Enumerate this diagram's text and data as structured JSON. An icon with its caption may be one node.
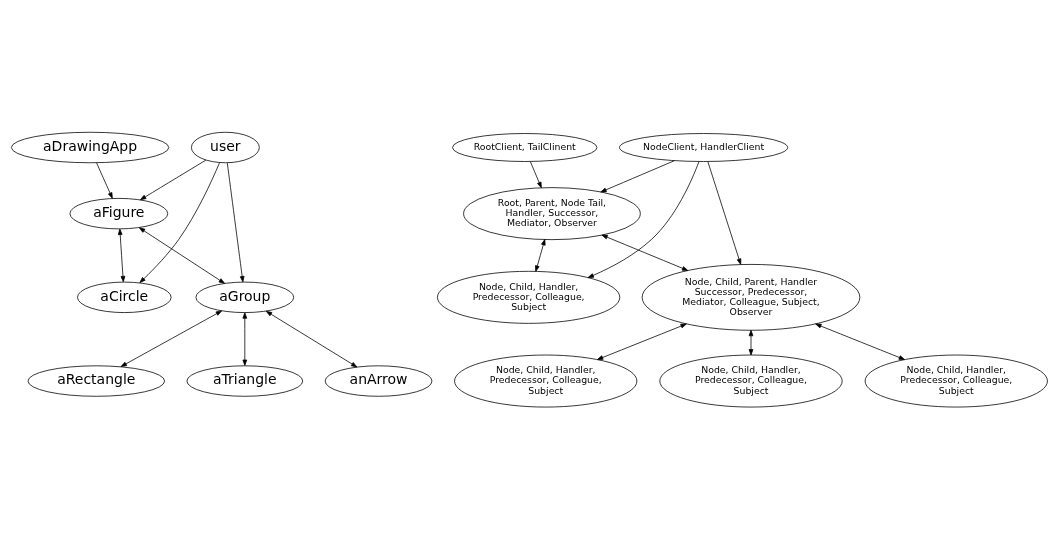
{
  "diagram": {
    "nodes": [
      {
        "text": [
          "aDrawingApp"
        ]
      },
      {
        "text": [
          "user"
        ]
      },
      {
        "text": [
          "aFigure"
        ]
      },
      {
        "text": [
          "aCircle"
        ]
      },
      {
        "text": [
          "aGroup"
        ]
      },
      {
        "text": [
          "aRectangle"
        ]
      },
      {
        "text": [
          "aTriangle"
        ]
      },
      {
        "text": [
          "anArrow"
        ]
      },
      {
        "text": [
          "RootClient, TailClinent"
        ]
      },
      {
        "text": [
          "NodeClient, HandlerClient"
        ]
      },
      {
        "text": [
          "Root, Parent, Node Tail, Handler, Successor, Mediator, Observer"
        ]
      },
      {
        "text": [
          "Node, Child, Handler, Predecessor, Colleague, Subject"
        ]
      },
      {
        "text": [
          "Node, Child, Parent, Handler Successor, Predecessor, Mediator, Colleague, Subject, Observer"
        ]
      },
      {
        "text": [
          "Node, Child, Handler, Predecessor, Colleague, Subject"
        ]
      },
      {
        "text": [
          "Node, Child, Handler, Predecessor, Colleague, Subject"
        ]
      },
      {
        "text": [
          "Node, Child, Handler, Predecessor, Colleague, Subject"
        ]
      }
    ],
    "edges": [
      {
        "from": 0,
        "to": 2,
        "arrow": "to"
      },
      {
        "from": 1,
        "to": 2,
        "arrow": "to"
      },
      {
        "from": 1,
        "to": 3,
        "arrow": "to"
      },
      {
        "from": 1,
        "to": 4,
        "arrow": "to"
      },
      {
        "from": 2,
        "to": 3,
        "arrow": "both"
      },
      {
        "from": 2,
        "to": 4,
        "arrow": "both"
      },
      {
        "from": 4,
        "to": 5,
        "arrow": "both"
      },
      {
        "from": 4,
        "to": 7,
        "arrow": "both"
      },
      {
        "from": 4,
        "to": 6,
        "arrow": "both"
      },
      {
        "from": 8,
        "to": 10,
        "arrow": "to"
      },
      {
        "from": 9,
        "to": 10,
        "arrow": "to"
      },
      {
        "from": 9,
        "to": 11,
        "arrow": "to"
      },
      {
        "from": 9,
        "to": 12,
        "arrow": "to"
      },
      {
        "from": 10,
        "to": 11,
        "arrow": "both"
      },
      {
        "from": 10,
        "to": 12,
        "arrow": "both"
      },
      {
        "from": 12,
        "to": 13,
        "arrow": "both"
      },
      {
        "from": 12,
        "to": 15,
        "arrow": "both"
      },
      {
        "from": 12,
        "to": 14,
        "arrow": "both"
      }
    ]
  }
}
